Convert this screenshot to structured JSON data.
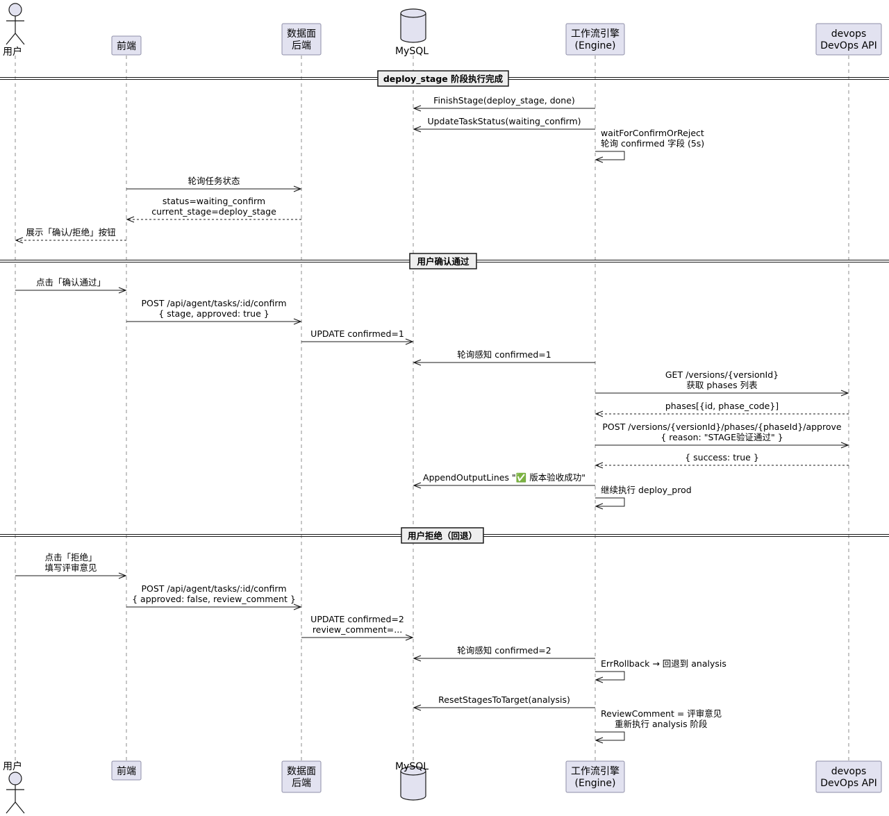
{
  "participants": [
    {
      "id": "user",
      "type": "actor",
      "label": [
        "用户"
      ]
    },
    {
      "id": "fe",
      "type": "participant",
      "label": [
        "前端"
      ]
    },
    {
      "id": "be",
      "type": "participant",
      "label": [
        "数据面",
        "后端"
      ]
    },
    {
      "id": "mysql",
      "type": "database",
      "label": [
        "MySQL"
      ]
    },
    {
      "id": "engine",
      "type": "participant",
      "label": [
        "工作流引擎",
        "(Engine)"
      ]
    },
    {
      "id": "devops",
      "type": "participant",
      "label": [
        "devops",
        "DevOps API"
      ]
    }
  ],
  "sections": [
    {
      "label": "deploy_stage 阶段执行完成"
    },
    {
      "label": "用户确认通过"
    },
    {
      "label": "用户拒绝（回退）"
    }
  ],
  "messages": [
    {
      "section": 0,
      "from": "engine",
      "to": "mysql",
      "style": "solid",
      "label": [
        "FinishStage(deploy_stage, done)"
      ]
    },
    {
      "section": 0,
      "from": "engine",
      "to": "mysql",
      "style": "solid",
      "label": [
        "UpdateTaskStatus(waiting_confirm)"
      ]
    },
    {
      "section": 0,
      "from": "engine",
      "to": "engine",
      "style": "solid",
      "label": [
        "waitForConfirmOrReject",
        "轮询 confirmed 字段 (5s)"
      ]
    },
    {
      "section": 0,
      "from": "fe",
      "to": "be",
      "style": "solid",
      "label": [
        "轮询任务状态"
      ]
    },
    {
      "section": 0,
      "from": "be",
      "to": "fe",
      "style": "dashed",
      "label": [
        "status=waiting_confirm",
        "current_stage=deploy_stage"
      ]
    },
    {
      "section": 0,
      "from": "fe",
      "to": "user",
      "style": "dashed",
      "label": [
        "展示「确认/拒绝」按钮"
      ]
    },
    {
      "section": 1,
      "from": "user",
      "to": "fe",
      "style": "solid",
      "label": [
        "点击「确认通过」"
      ]
    },
    {
      "section": 1,
      "from": "fe",
      "to": "be",
      "style": "solid",
      "label": [
        "POST /api/agent/tasks/:id/confirm",
        "{ stage, approved: true }"
      ]
    },
    {
      "section": 1,
      "from": "be",
      "to": "mysql",
      "style": "solid",
      "label": [
        "UPDATE confirmed=1"
      ]
    },
    {
      "section": 1,
      "from": "engine",
      "to": "mysql",
      "style": "solid",
      "label": [
        "轮询感知 confirmed=1"
      ]
    },
    {
      "section": 1,
      "from": "engine",
      "to": "devops",
      "style": "solid",
      "label": [
        "GET /versions/{versionId}",
        "获取 phases 列表"
      ]
    },
    {
      "section": 1,
      "from": "devops",
      "to": "engine",
      "style": "dashed",
      "label": [
        "phases[{id, phase_code}]"
      ]
    },
    {
      "section": 1,
      "from": "engine",
      "to": "devops",
      "style": "solid",
      "label": [
        "POST /versions/{versionId}/phases/{phaseId}/approve",
        "{ reason: \"STAGE验证通过\" }"
      ]
    },
    {
      "section": 1,
      "from": "devops",
      "to": "engine",
      "style": "dashed",
      "label": [
        "{ success: true }"
      ]
    },
    {
      "section": 1,
      "from": "engine",
      "to": "mysql",
      "style": "solid",
      "label": [
        "AppendOutputLines \"✅ 版本验收成功\""
      ]
    },
    {
      "section": 1,
      "from": "engine",
      "to": "engine",
      "style": "solid",
      "label": [
        "继续执行 deploy_prod"
      ]
    },
    {
      "section": 2,
      "from": "user",
      "to": "fe",
      "style": "solid",
      "label": [
        "点击「拒绝」",
        "填写评审意见"
      ]
    },
    {
      "section": 2,
      "from": "fe",
      "to": "be",
      "style": "solid",
      "label": [
        "POST /api/agent/tasks/:id/confirm",
        "{ approved: false, review_comment }"
      ]
    },
    {
      "section": 2,
      "from": "be",
      "to": "mysql",
      "style": "solid",
      "label": [
        "UPDATE confirmed=2",
        "review_comment=..."
      ]
    },
    {
      "section": 2,
      "from": "engine",
      "to": "mysql",
      "style": "solid",
      "label": [
        "轮询感知 confirmed=2"
      ]
    },
    {
      "section": 2,
      "from": "engine",
      "to": "engine",
      "style": "solid",
      "label": [
        "ErrRollback → 回退到 analysis"
      ]
    },
    {
      "section": 2,
      "from": "engine",
      "to": "mysql",
      "style": "solid",
      "label": [
        "ResetStagesToTarget(analysis)"
      ]
    },
    {
      "section": 2,
      "from": "engine",
      "to": "engine",
      "style": "solid",
      "label": [
        "ReviewComment = 评审意见",
        "重新执行 analysis 阶段"
      ]
    }
  ]
}
